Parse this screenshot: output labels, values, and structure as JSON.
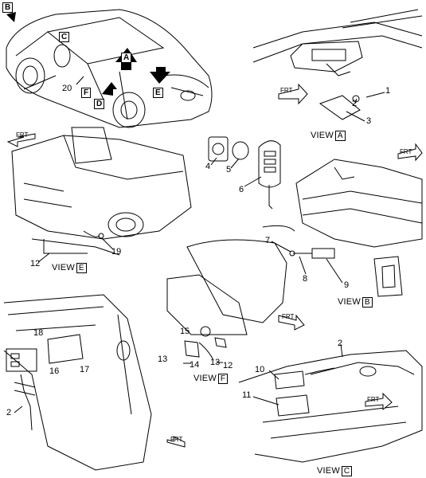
{
  "view_labels": {
    "view_word": "VIEW",
    "a": "A",
    "b": "B",
    "c": "C",
    "e": "E",
    "f": "F"
  },
  "arrow_tags": [
    "A",
    "B",
    "C",
    "D",
    "E",
    "F"
  ],
  "front_label": "FRT",
  "callouts": [
    "1",
    "2",
    "3",
    "4",
    "5",
    "6",
    "7",
    "8",
    "9",
    "10",
    "11",
    "12",
    "13",
    "14",
    "15",
    "16",
    "17",
    "18",
    "19",
    "20"
  ],
  "colors": {
    "line": "#000000",
    "shade": "#d9d9d9",
    "arrow": "#000000"
  }
}
